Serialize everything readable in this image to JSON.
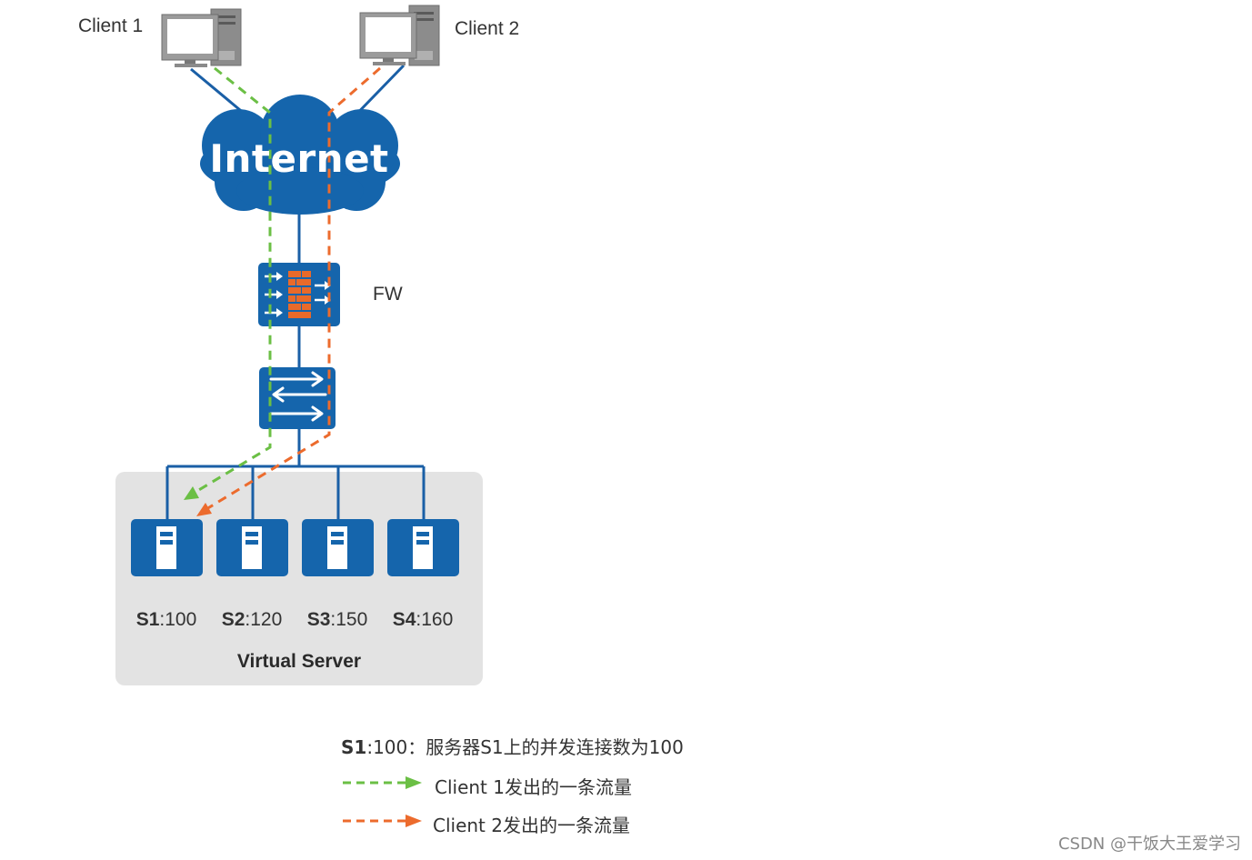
{
  "clients": [
    {
      "label": "Client 1"
    },
    {
      "label": "Client 2"
    }
  ],
  "cloud_label": "Internet",
  "firewall_label": "FW",
  "servers": [
    {
      "name": "S1",
      "value": ":100"
    },
    {
      "name": "S2",
      "value": ":120"
    },
    {
      "name": "S3",
      "value": ":150"
    },
    {
      "name": "S4",
      "value": ":160"
    }
  ],
  "group_label": "Virtual Server",
  "legend": {
    "definition_term": "S1",
    "definition_text": ":100：服务器S1上的并发连接数为100",
    "flow1": "Client 1发出的一条流量",
    "flow2": "Client 2发出的一条流量"
  },
  "colors": {
    "device_blue": "#1565ac",
    "link_blue": "#1a5fa6",
    "cloud_blue": "#1565ac",
    "flow1_green": "#6bbf45",
    "flow2_orange": "#ec6b2d",
    "firewall_brick": "#e86a2a",
    "group_bg": "#e3e3e3"
  },
  "watermark": "CSDN @干饭大王爱学习"
}
